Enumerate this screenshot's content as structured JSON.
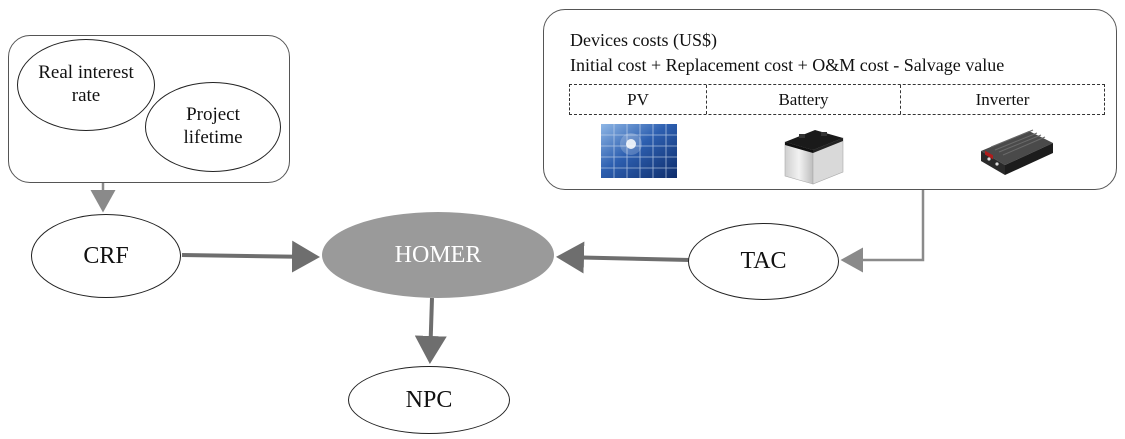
{
  "inputs_box": {
    "real_interest_rate": [
      "Real interest",
      "rate"
    ],
    "project_lifetime": [
      "Project",
      "lifetime"
    ]
  },
  "devices_box": {
    "title": "Devices costs (US$)",
    "formula": "Initial cost + Replacement cost + O&M cost - Salvage value",
    "devices": [
      {
        "label": "PV",
        "icon": "solar-panel-icon"
      },
      {
        "label": "Battery",
        "icon": "battery-icon"
      },
      {
        "label": "Inverter",
        "icon": "inverter-icon"
      }
    ]
  },
  "nodes": {
    "crf": "CRF",
    "homer": "HOMER",
    "tac": "TAC",
    "npc": "NPC"
  },
  "colors": {
    "homer_fill": "#9a9a9a",
    "arrow": "#6e6e6e",
    "thin_arrow": "#8a8a8a"
  }
}
